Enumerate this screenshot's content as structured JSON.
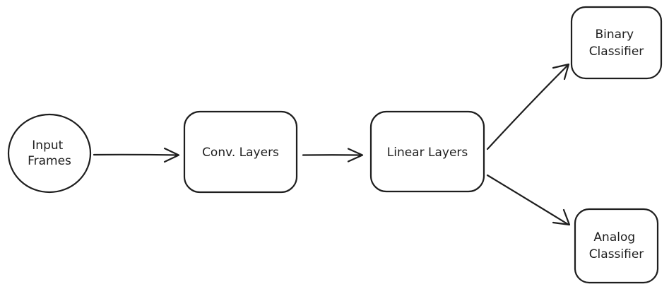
{
  "nodes": {
    "input_frames": {
      "lines": [
        "Input",
        "Frames"
      ]
    },
    "conv_layers": {
      "lines": [
        "Conv. Layers"
      ]
    },
    "linear_layers": {
      "lines": [
        "Linear Layers"
      ]
    },
    "binary_classifier": {
      "lines": [
        "Binary",
        "Classifier"
      ]
    },
    "analog_classifier": {
      "lines": [
        "Analog",
        "Classifier"
      ]
    }
  },
  "colors": {
    "stroke": "#1e1e1e",
    "background": "#ffffff"
  }
}
